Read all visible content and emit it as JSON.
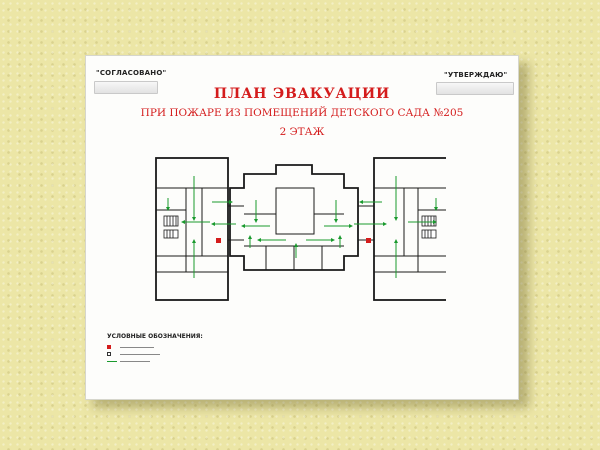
{
  "sign": {
    "approved_label": "\"СОГЛАСОВАНО\"",
    "confirm_label": "\"УТВЕРЖДАЮ\"",
    "title": "ПЛАН ЭВАКУАЦИИ",
    "subtitle": "ПРИ ПОЖАРЕ ИЗ ПОМЕЩЕНИЙ ДЕТСКОГО САДА №205",
    "floor": "2 ЭТАЖ",
    "legend_title": "УСЛОВНЫЕ ОБОЗНАЧЕНИЯ:"
  },
  "colors": {
    "wall": "#f0eaa8",
    "title_red": "#d41c1c",
    "route_green": "#1a9a2e",
    "plan_line": "#1a1a1a"
  }
}
